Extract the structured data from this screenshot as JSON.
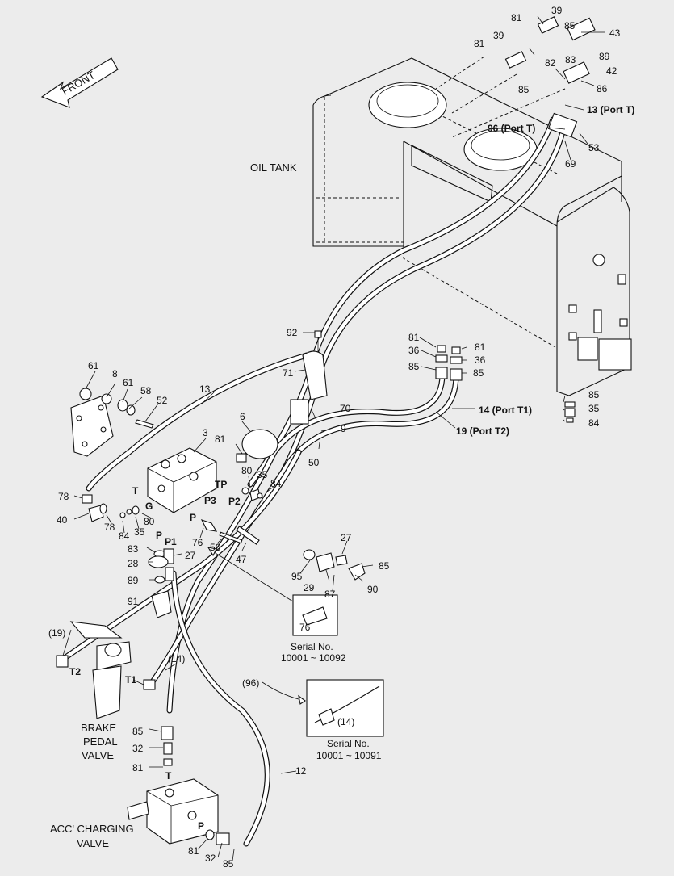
{
  "diagram": {
    "front_label": "FRONT",
    "oil_tank_label": "OIL TANK",
    "brake_valve_label": [
      "BRAKE",
      "PEDAL",
      "VALVE"
    ],
    "acc_valve_label": [
      "ACC' CHARGING",
      "VALVE"
    ],
    "callouts": {
      "c39a": "39",
      "c81a": "81",
      "c85a": "85",
      "c43": "43",
      "c81b": "81",
      "c39b": "39",
      "c89": "89",
      "c83": "83",
      "c82": "82",
      "c42": "42",
      "c85b": "85",
      "c86": "86",
      "c13port": "13 (Port T)",
      "c96port": "96 (Port T)",
      "c53": "53",
      "c69": "69",
      "c92": "92",
      "c81c": "81",
      "c36a": "36",
      "c85c": "85",
      "c81d": "81",
      "c36b": "36",
      "c85d": "85",
      "c71": "71",
      "c14port": "14 (Port T1)",
      "c19port": "19 (Port T2)",
      "c85e": "85",
      "c35a": "35",
      "c84a": "84",
      "c61a": "61",
      "c8": "8",
      "c61b": "61",
      "c58": "58",
      "c52": "52",
      "c13": "13",
      "c3": "3",
      "c6": "6",
      "c70": "70",
      "c9": "9",
      "c81e": "81",
      "c50": "50",
      "c80a": "80",
      "c35b": "35",
      "c84b": "84",
      "cTP": "TP",
      "cP2": "P2",
      "cP3": "P3",
      "cT": "T",
      "cG": "G",
      "c78a": "78",
      "c40": "40",
      "c78b": "78",
      "c84c": "84",
      "c35c": "35",
      "c80b": "80",
      "cP": "P",
      "cP1": "P1",
      "c83b": "83",
      "c27a": "27",
      "c28": "28",
      "c89b": "89",
      "c91": "91",
      "cPb": "P",
      "c76": "76",
      "c56": "56",
      "c47": "47",
      "c27b": "27",
      "c85f": "85",
      "c95": "95",
      "c29": "29",
      "c87": "87",
      "c90": "90",
      "c76box": "76",
      "c19": "(19)",
      "c14a": "(14)",
      "c96": "(96)",
      "cT2": "T2",
      "cT1": "T1",
      "c85g": "85",
      "c32a": "32",
      "c81f": "81",
      "cTb": "T",
      "c12": "12",
      "cPc": "P",
      "c81g": "81",
      "c32b": "32",
      "c85h": "85",
      "c14box": "(14)"
    },
    "serial_box_1": [
      "Serial No.",
      "10001 ~ 10092"
    ],
    "serial_box_2": [
      "Serial No.",
      "10001 ~ 10091"
    ]
  }
}
